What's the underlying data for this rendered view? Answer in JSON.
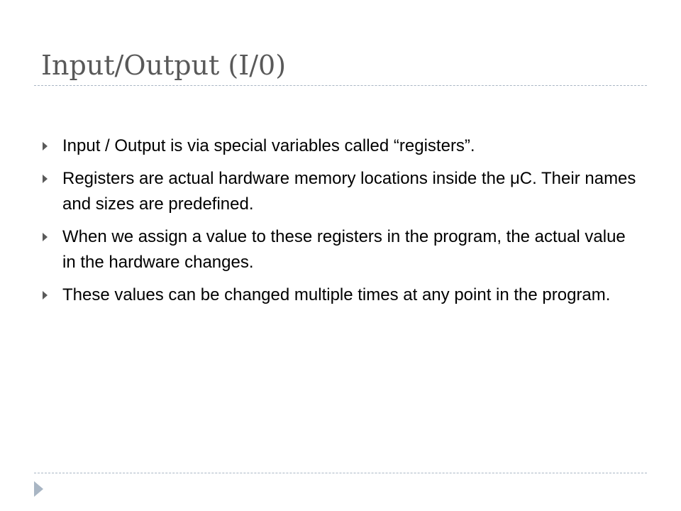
{
  "slide": {
    "title": "Input/Output (I/0)",
    "bullets": [
      {
        "text": "Input / Output is via special variables called “registers”."
      },
      {
        "text": "Registers are actual hardware memory locations inside the μC. Their names and sizes are predefined."
      },
      {
        "text": "When we assign a value to these registers in the program, the actual value in the hardware changes."
      },
      {
        "text": "These values can be changed multiple times at any point in the program."
      }
    ]
  },
  "colors": {
    "title": "#595959",
    "body_text": "#000000",
    "bullet": "#5a5a5a",
    "rule": "#a9b6c4"
  },
  "icons": {
    "bullet": "triangle-right-icon",
    "footer": "triangle-right-icon"
  }
}
